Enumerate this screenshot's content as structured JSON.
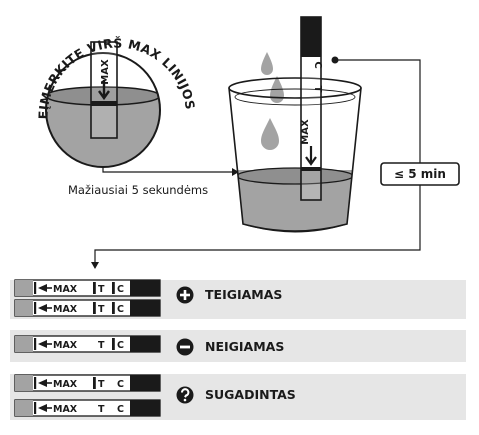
{
  "warning_arc": "NEĮMERKITE VIRŠ MAX LINIJOS!",
  "min_time_caption": "Mažiausiai 5 sekundėms",
  "read_time": "≤ 5 min",
  "strip_labels": {
    "max": "MAX",
    "test": "T",
    "control": "C"
  },
  "results": [
    {
      "label": "TEIGIAMAS",
      "icon": "plus-circle-icon"
    },
    {
      "label": "NEIGIAMAS",
      "icon": "minus-circle-icon"
    },
    {
      "label": "SUGADINTAS",
      "icon": "question-circle-icon"
    }
  ],
  "colors": {
    "liquid": "#a3a3a3",
    "band": "#e6e6e6",
    "ink": "#1a1a1a"
  }
}
